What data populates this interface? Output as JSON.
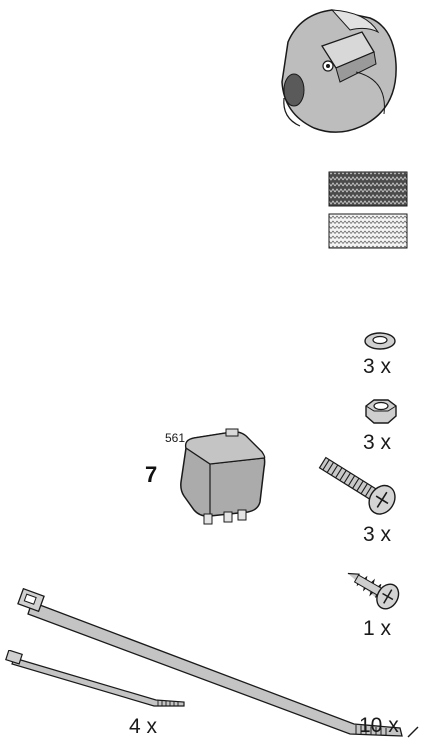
{
  "parts": {
    "socket": {
      "icon": "trailer-socket-icon"
    },
    "sealing_strips": {
      "icon": "sealing-strip-icon"
    },
    "washer": {
      "icon": "washer-icon",
      "quantity": "3 x"
    },
    "nut": {
      "icon": "hex-nut-icon",
      "quantity": "3 x"
    },
    "relay": {
      "icon": "relay-icon",
      "index": "7",
      "part_number": "561"
    },
    "bolt": {
      "icon": "bolt-icon",
      "quantity": "3 x"
    },
    "screw": {
      "icon": "self-tapping-screw-icon",
      "quantity": "1 x"
    },
    "small_cable_tie": {
      "icon": "small-cable-tie-icon",
      "quantity": "4 x"
    },
    "large_cable_tie": {
      "icon": "large-cable-tie-icon",
      "quantity": "10 x"
    }
  },
  "colors": {
    "line": "#1a1a1a",
    "fill_grey": "#b8b8b8",
    "fill_dark": "#555555",
    "fill_light": "#dddddd"
  }
}
